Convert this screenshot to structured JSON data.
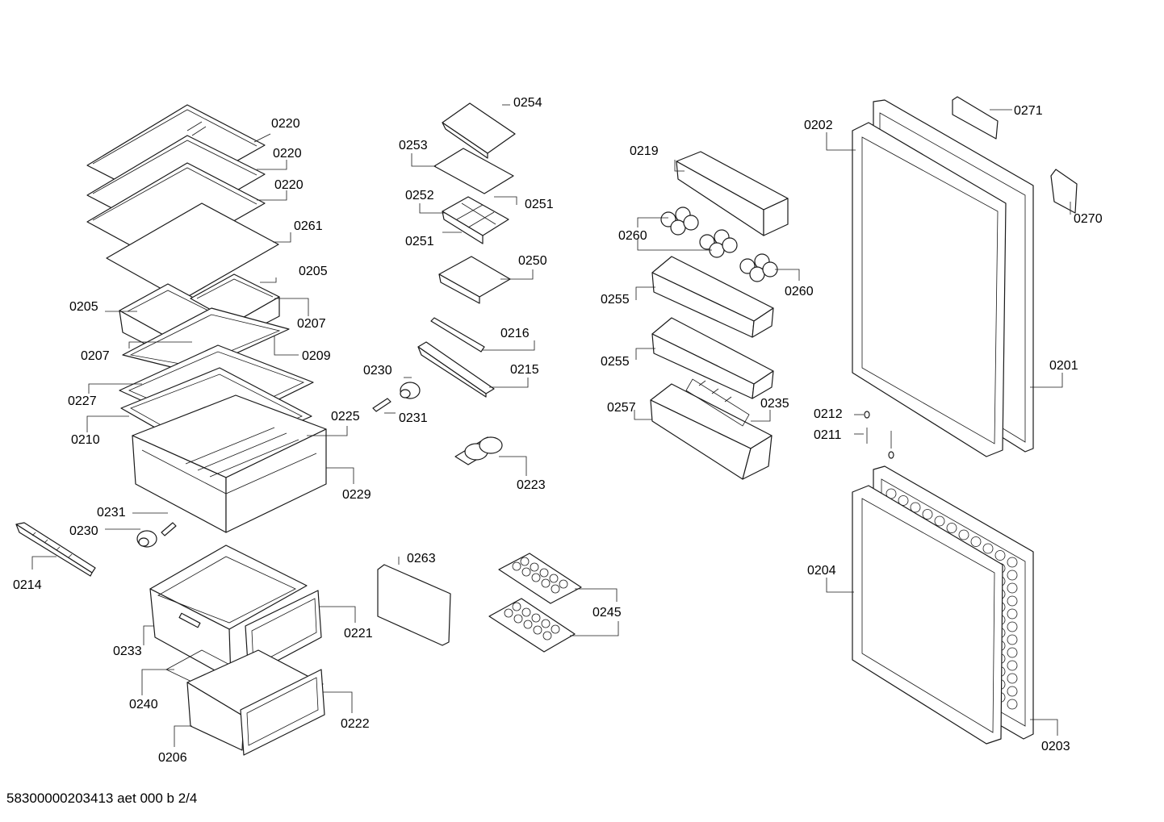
{
  "footer": "58300000203413 aet 000 b 2/4",
  "labels": [
    {
      "id": "l0220a",
      "text": "0220"
    },
    {
      "id": "l0220b",
      "text": "0220"
    },
    {
      "id": "l0220c",
      "text": "0220"
    },
    {
      "id": "l0261",
      "text": "0261"
    },
    {
      "id": "l0205a",
      "text": "0205"
    },
    {
      "id": "l0205b",
      "text": "0205"
    },
    {
      "id": "l0207a",
      "text": "0207"
    },
    {
      "id": "l0207b",
      "text": "0207"
    },
    {
      "id": "l0209",
      "text": "0209"
    },
    {
      "id": "l0227",
      "text": "0227"
    },
    {
      "id": "l0210",
      "text": "0210"
    },
    {
      "id": "l0225",
      "text": "0225"
    },
    {
      "id": "l0229",
      "text": "0229"
    },
    {
      "id": "l0231a",
      "text": "0231"
    },
    {
      "id": "l0230a",
      "text": "0230"
    },
    {
      "id": "l0214",
      "text": "0214"
    },
    {
      "id": "l0233",
      "text": "0233"
    },
    {
      "id": "l0221",
      "text": "0221"
    },
    {
      "id": "l0240",
      "text": "0240"
    },
    {
      "id": "l0206",
      "text": "0206"
    },
    {
      "id": "l0222",
      "text": "0222"
    },
    {
      "id": "l0254",
      "text": "0254"
    },
    {
      "id": "l0253",
      "text": "0253"
    },
    {
      "id": "l0252",
      "text": "0252"
    },
    {
      "id": "l0251a",
      "text": "0251"
    },
    {
      "id": "l0251b",
      "text": "0251"
    },
    {
      "id": "l0250",
      "text": "0250"
    },
    {
      "id": "l0216",
      "text": "0216"
    },
    {
      "id": "l0230b",
      "text": "0230"
    },
    {
      "id": "l0215",
      "text": "0215"
    },
    {
      "id": "l0231b",
      "text": "0231"
    },
    {
      "id": "l0223",
      "text": "0223"
    },
    {
      "id": "l0263",
      "text": "0263"
    },
    {
      "id": "l0245",
      "text": "0245"
    },
    {
      "id": "l0219",
      "text": "0219"
    },
    {
      "id": "l0260a",
      "text": "0260"
    },
    {
      "id": "l0260b",
      "text": "0260"
    },
    {
      "id": "l0255a",
      "text": "0255"
    },
    {
      "id": "l0255b",
      "text": "0255"
    },
    {
      "id": "l0257",
      "text": "0257"
    },
    {
      "id": "l0235",
      "text": "0235"
    },
    {
      "id": "l0202",
      "text": "0202"
    },
    {
      "id": "l0271",
      "text": "0271"
    },
    {
      "id": "l0270",
      "text": "0270"
    },
    {
      "id": "l0201",
      "text": "0201"
    },
    {
      "id": "l0212",
      "text": "0212"
    },
    {
      "id": "l0211",
      "text": "0211"
    },
    {
      "id": "l0204",
      "text": "0204"
    },
    {
      "id": "l0203",
      "text": "0203"
    }
  ]
}
